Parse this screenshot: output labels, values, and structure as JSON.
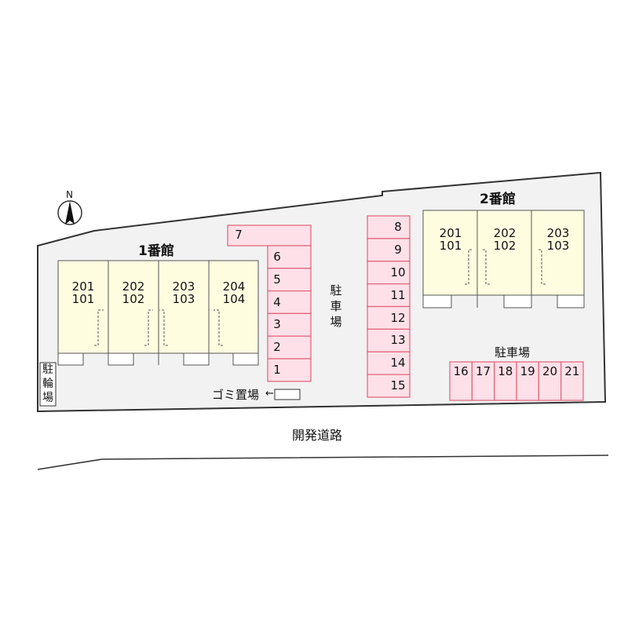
{
  "compass": {
    "label": "N",
    "icon": "north-arrow-icon"
  },
  "building1": {
    "title": "1番館",
    "units": [
      {
        "upper": "201",
        "lower": "101"
      },
      {
        "upper": "202",
        "lower": "102"
      },
      {
        "upper": "203",
        "lower": "103"
      },
      {
        "upper": "204",
        "lower": "104"
      }
    ]
  },
  "building2": {
    "title": "2番館",
    "units": [
      {
        "upper": "201",
        "lower": "101"
      },
      {
        "upper": "202",
        "lower": "102"
      },
      {
        "upper": "203",
        "lower": "103"
      }
    ]
  },
  "parking_a": {
    "spaces": [
      "7",
      "6",
      "5",
      "4",
      "3",
      "2",
      "1"
    ]
  },
  "parking_b": {
    "spaces": [
      "8",
      "9",
      "10",
      "11",
      "12",
      "13",
      "14",
      "15"
    ]
  },
  "parking_c": {
    "label": "駐車場",
    "spaces": [
      "16",
      "17",
      "18",
      "19",
      "20",
      "21"
    ]
  },
  "parking_center_label": {
    "chars": [
      "駐",
      "車",
      "場"
    ]
  },
  "bicycle_parking": {
    "chars": [
      "駐",
      "輪",
      "場"
    ]
  },
  "garbage": {
    "label": "ゴミ置場"
  },
  "road": {
    "label": "開発道路"
  },
  "colors": {
    "building_fill": "#fffde0",
    "parking_fill": "#fde0e8",
    "parking_stroke": "#e0607a",
    "lot_fill": "#f2f2f2",
    "line": "#333333"
  }
}
